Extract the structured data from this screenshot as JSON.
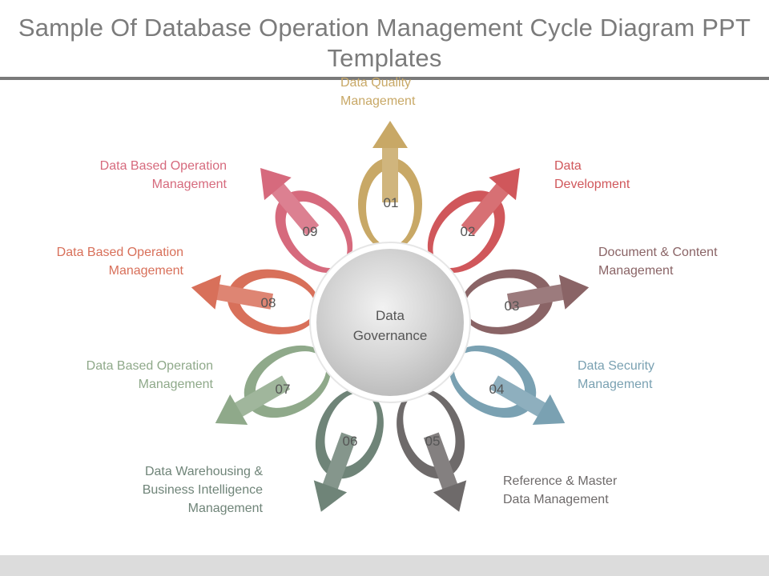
{
  "title": "Sample Of Database Operation Management Cycle Diagram PPT Templates",
  "center": {
    "line1": "Data",
    "line2": "Governance"
  },
  "steps": [
    {
      "number": "01",
      "line1": "Data Quality",
      "line2": "Management",
      "line3": "",
      "color": "#c8a866"
    },
    {
      "number": "02",
      "line1": "Data",
      "line2": "Development",
      "line3": "",
      "color": "#d0575b"
    },
    {
      "number": "03",
      "line1": "Document & Content",
      "line2": "Management",
      "line3": "",
      "color": "#8a6466"
    },
    {
      "number": "04",
      "line1": "Data Security",
      "line2": "Management",
      "line3": "",
      "color": "#7aa1b2"
    },
    {
      "number": "05",
      "line1": "Reference & Master",
      "line2": "Data Management",
      "line3": "",
      "color": "#6e6a6a"
    },
    {
      "number": "06",
      "line1": "Data Warehousing &",
      "line2": "Business Intelligence",
      "line3": "Management",
      "color": "#6f8478"
    },
    {
      "number": "07",
      "line1": "Data Based Operation",
      "line2": "Management",
      "line3": "",
      "color": "#8fa98a"
    },
    {
      "number": "08",
      "line1": "Data Based Operation",
      "line2": "Management",
      "line3": "",
      "color": "#d8705a"
    },
    {
      "number": "09",
      "line1": "Data Based Operation",
      "line2": "Management",
      "line3": "",
      "color": "#d66a7d"
    }
  ]
}
